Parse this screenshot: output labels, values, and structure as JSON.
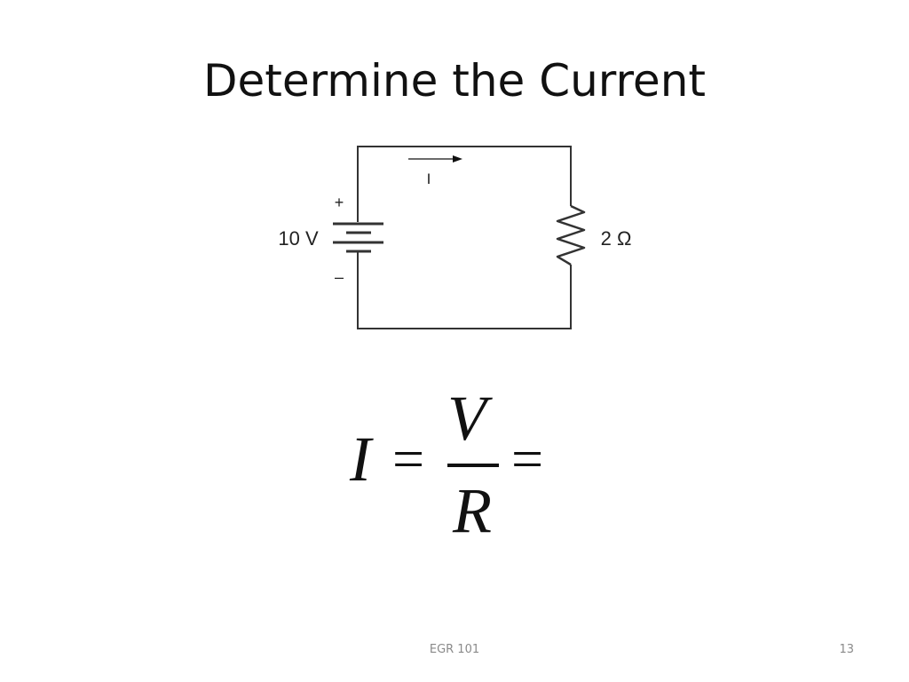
{
  "slide": {
    "title": "Determine the Current",
    "footer": "EGR 101",
    "page_number": "13"
  },
  "circuit": {
    "current_label": "I",
    "battery_label": "10 V",
    "plus_sign": "+",
    "minus_sign": "–",
    "resistor_label": "2 Ω"
  },
  "equation": {
    "lhs": "I",
    "equals": "=",
    "numerator": "V",
    "denominator": "R",
    "equals_2": "="
  }
}
